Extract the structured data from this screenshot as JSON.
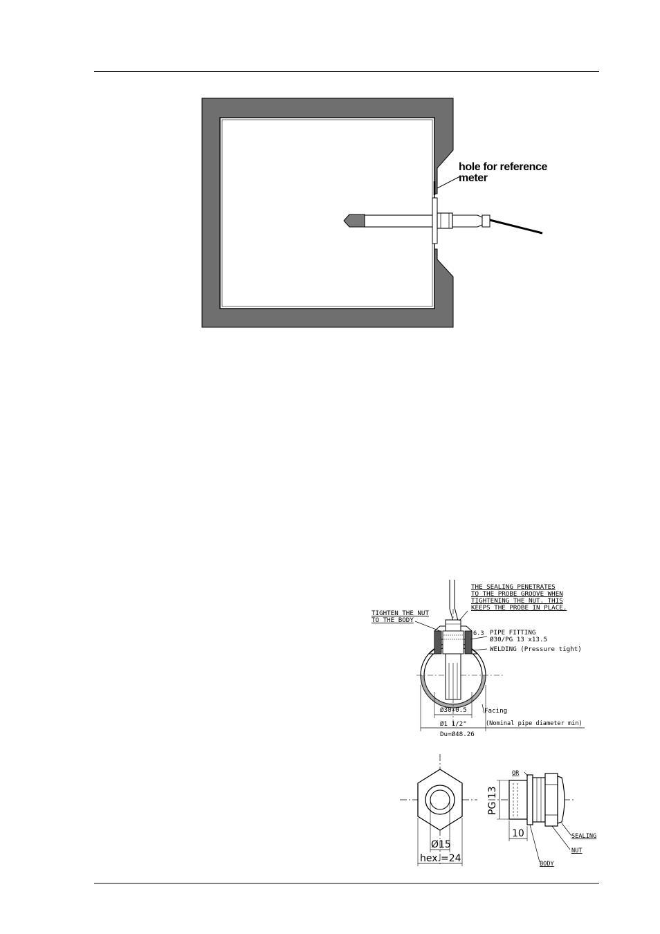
{
  "figure_top": {
    "label_line1": "hole for reference",
    "label_line2": "meter"
  },
  "figure_pipe": {
    "note_sealing_line1": "THE SEALING PENETRATES",
    "note_sealing_line2": "TO THE PROBE GROOVE WHEN",
    "note_sealing_line3": "TIGHTENING THE NUT. THIS",
    "note_sealing_line4": "KEEPS THE PROBE IN PLACE.",
    "note_tighten_line1": "TIGHTEN THE NUT",
    "note_tighten_line2": "TO THE BODY",
    "weld_size": "6.3",
    "pipe_fitting_line1": "PIPE FITTING",
    "pipe_fitting_line2": "Ø30/PG 13 x13.5",
    "welding": "WELDING (Pressure tight)",
    "facing": "Facing",
    "dim_inner": "Ø30+0.5",
    "dim_nominal": "Ø1 1/2\"",
    "dim_nominal_note": "(Nominal pipe diameter min)",
    "dim_du": "Du=Ø48.26"
  },
  "figure_fitting": {
    "dim_bore": "Ø15",
    "dim_hex": "hex.=24",
    "dim_pg": "PG 13",
    "dim_len": "10",
    "label_or": "OR",
    "label_sealing": "SEALING",
    "label_nut": "NUT",
    "label_body": "BODY"
  }
}
